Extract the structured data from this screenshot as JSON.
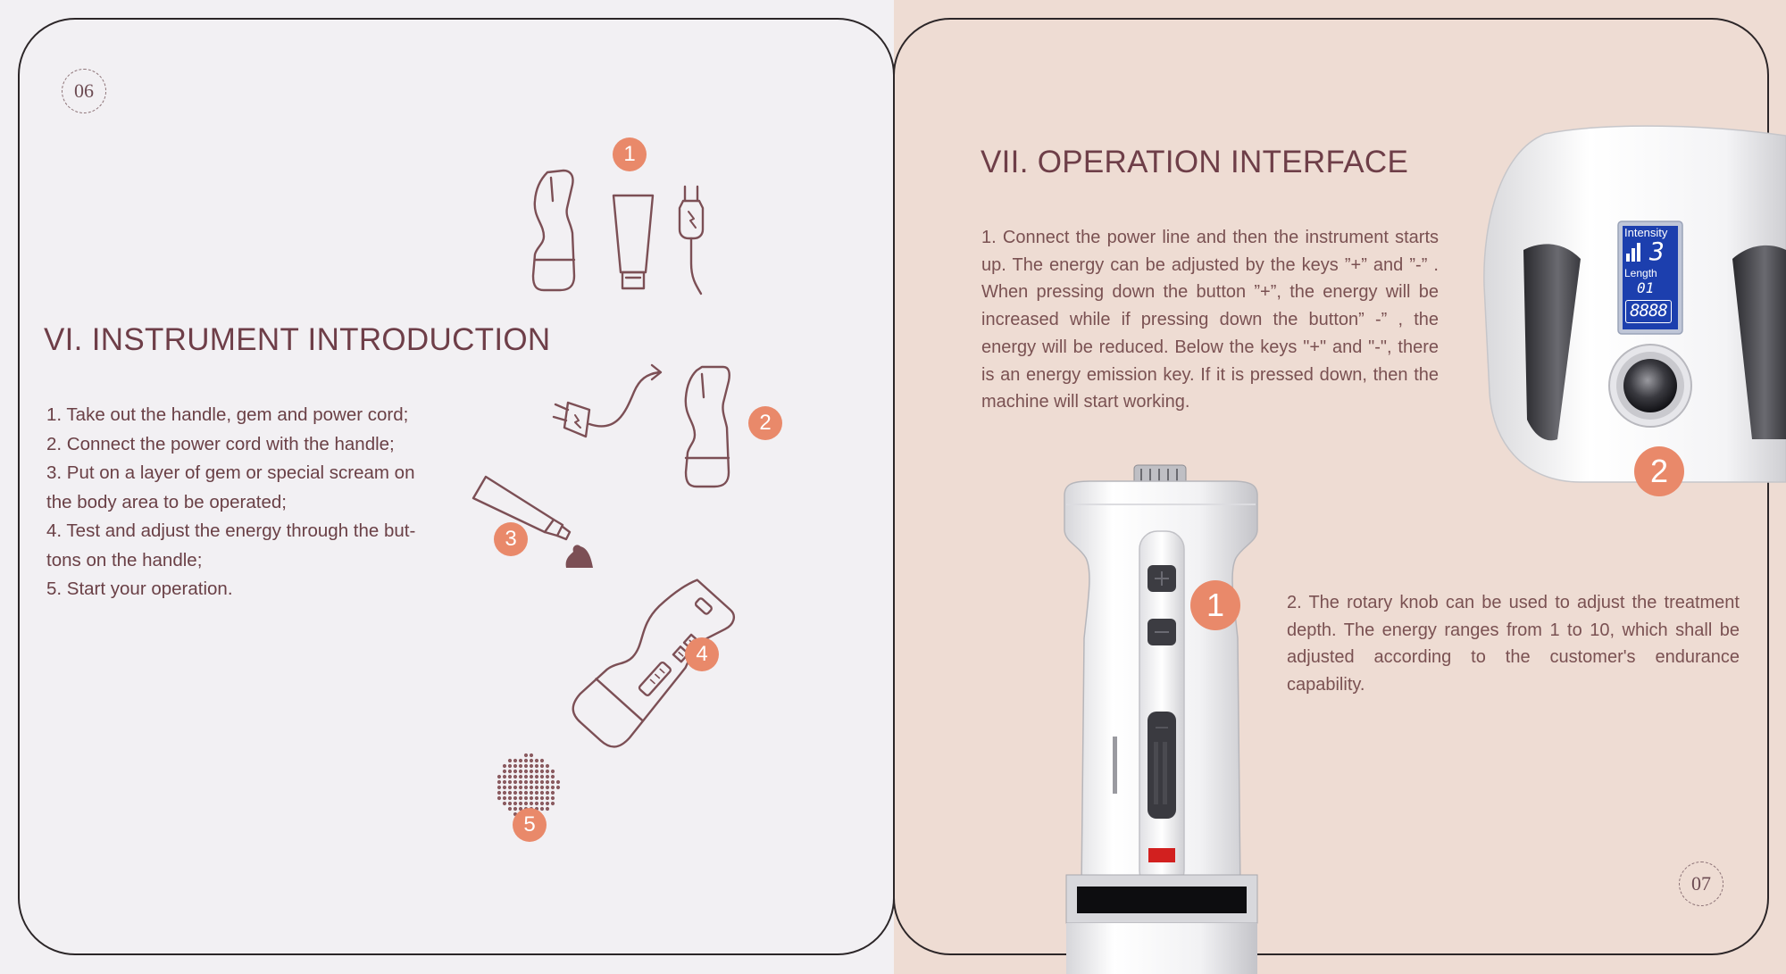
{
  "left": {
    "page_number": "06",
    "heading": "VI. INSTRUMENT INTRODUCTION",
    "steps": [
      "1. Take out the handle, gem and power cord;",
      "2. Connect the power cord with the handle;",
      "3. Put on a layer of gem or special scream on",
      "the  body area to be operated;",
      "4. Test and adjust the energy through the but-",
      "tons on the handle;",
      "5. Start your operation."
    ],
    "badges": [
      "1",
      "2",
      "3",
      "4",
      "5"
    ]
  },
  "right": {
    "page_number": "07",
    "heading": "VII. OPERATION INTERFACE",
    "paragraph1": "1. Connect the power line and then the instrument starts up. The energy can be adjusted by the keys ”+” and ”-” . When pressing down the button ”+”, the energy will be increased while if pressing down the button” -” , the energy will be reduced. Below the keys \"+\" and \"-\", there is an energy emission key. If it is pressed down, then the machine will start working.",
    "paragraph2": "2. The rotary knob can be used to adjust the treatment depth. The energy ranges from 1 to 10, which shall be adjusted according to the customer's endurance capability.",
    "screen": {
      "intensity_label": "Intensity",
      "intensity_value": "3",
      "length_label": "Length",
      "length_value": "01",
      "segment_display": "8888"
    },
    "badges": [
      "1",
      "2"
    ]
  },
  "colors": {
    "accent": "#e9896a",
    "line_art": "#7c4f55",
    "heading": "#6e3e48",
    "left_background": "#f2f0f3",
    "right_background": "#eedcd3",
    "screen_blue": "#1c3fae"
  }
}
